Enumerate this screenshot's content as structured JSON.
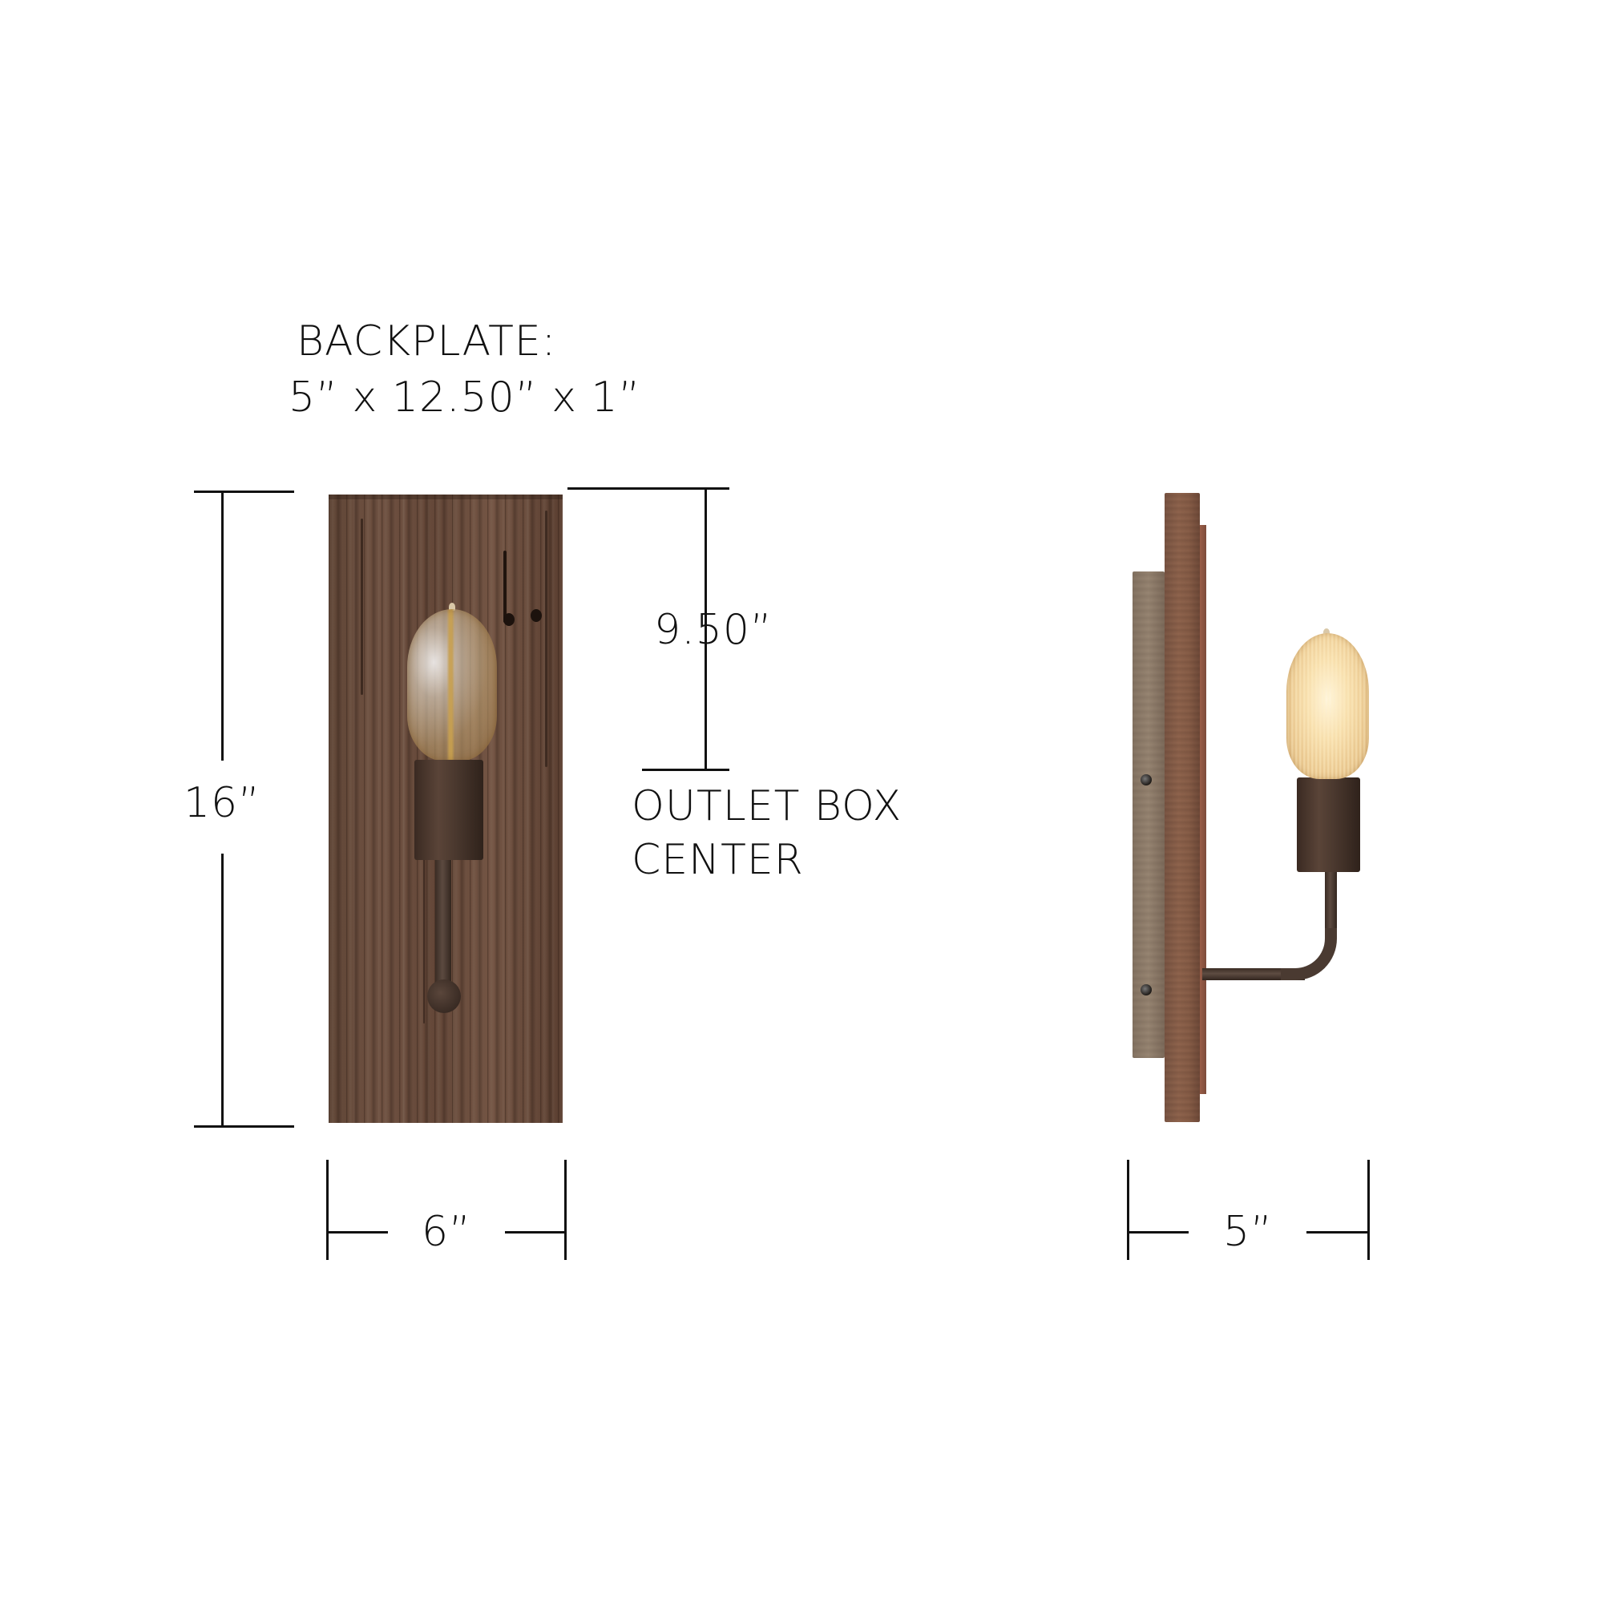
{
  "backplate": {
    "title": "BACKPLATE:",
    "dimensions": "5” x 12.50” x 1”"
  },
  "front_view": {
    "height_label": "16”",
    "width_label": "6”",
    "outlet_height_label": "9.50”",
    "outlet_caption_line1": "OUTLET BOX",
    "outlet_caption_line2": "CENTER"
  },
  "side_view": {
    "depth_label": "5”"
  },
  "colors": {
    "dimension_line": "#111111",
    "wood_front": "#634637",
    "wood_side": "#875d47",
    "mounting_bar": "#978572",
    "metal": "#4a382e",
    "bulb_glow": "#f7ddaa"
  }
}
